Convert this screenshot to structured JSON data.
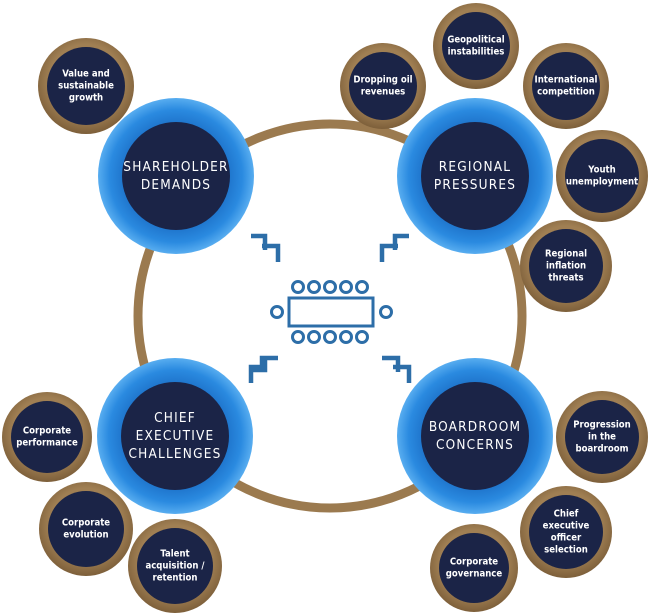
{
  "colors": {
    "gold": "#9b7a4f",
    "navy": "#1b2447",
    "blue": "#1777d0",
    "blue_light": "#4ea6ef",
    "table": "#2d6ea8"
  },
  "center_icon": "boardroom-table-icon",
  "hubs": [
    {
      "key": "shareholder",
      "lines": [
        "SHAREHOLDER",
        "DEMANDS"
      ]
    },
    {
      "key": "regional",
      "lines": [
        "REGIONAL",
        "PRESSURES"
      ]
    },
    {
      "key": "chief",
      "lines": [
        "CHIEF",
        "EXECUTIVE",
        "CHALLENGES"
      ]
    },
    {
      "key": "boardroom",
      "lines": [
        "BOARDROOM",
        "CONCERNS"
      ]
    }
  ],
  "satellites": [
    {
      "key": "value-growth",
      "lines": [
        "Value and",
        "sustainable",
        "growth"
      ]
    },
    {
      "key": "dropping-oil",
      "lines": [
        "Dropping oil",
        "revenues"
      ]
    },
    {
      "key": "geopolitical",
      "lines": [
        "Geopolitical",
        "instabilities"
      ]
    },
    {
      "key": "international",
      "lines": [
        "International",
        "competition"
      ]
    },
    {
      "key": "youth",
      "lines": [
        "Youth",
        "unemployment"
      ]
    },
    {
      "key": "inflation",
      "lines": [
        "Regional",
        "inflation",
        "threats"
      ]
    },
    {
      "key": "corp-performance",
      "lines": [
        "Corporate",
        "performance"
      ]
    },
    {
      "key": "corp-evolution",
      "lines": [
        "Corporate",
        "evolution"
      ]
    },
    {
      "key": "talent",
      "lines": [
        "Talent",
        "acquisition /",
        "retention"
      ]
    },
    {
      "key": "progression",
      "lines": [
        "Progression",
        "in the",
        "boardroom"
      ]
    },
    {
      "key": "ceo-selection",
      "lines": [
        "Chief",
        "executive",
        "officer",
        "selection"
      ]
    },
    {
      "key": "corp-governance",
      "lines": [
        "Corporate",
        "governance"
      ]
    }
  ]
}
